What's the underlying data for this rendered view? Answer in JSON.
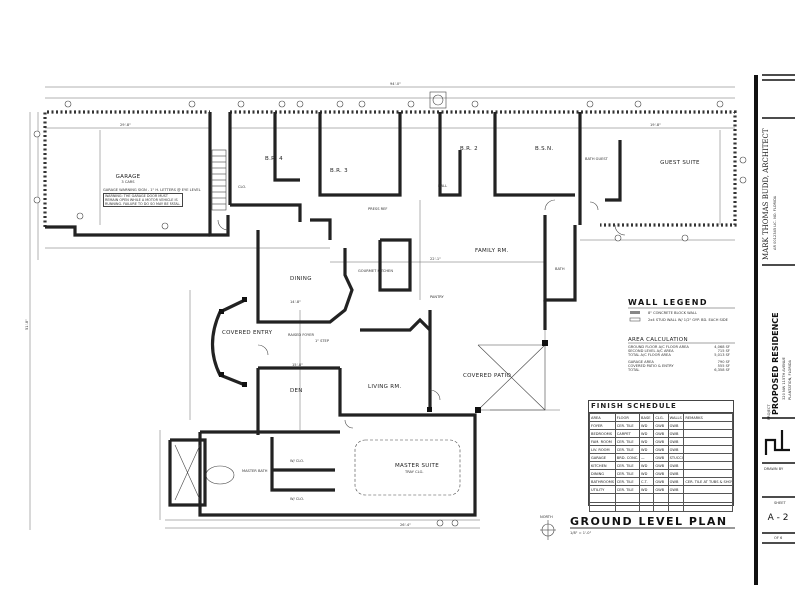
{
  "rooms": {
    "garage": "GARAGE",
    "garage_sub": "3 CARS",
    "garage_note": "GARAGE WARNING SIGN - 1\" H. LETTERS @ EYE LEVEL",
    "garage_warning": "WARNING: THE GARAGE DOOR MUST REMAIN OPEN WHILE A MOTOR VEHICLE IS RUNNING. FAILURE TO DO SO MAY BE FATAL.",
    "br4": "B.R. 4",
    "br3": "B.R. 3",
    "br2": "B.R. 2",
    "bsn": "B.S.N.",
    "bath_guest": "BATH GUEST",
    "guest_suite": "GUEST SUITE",
    "hall": "HALL",
    "clo": "CLO.",
    "family_rm": "FAMILY RM.",
    "dining": "DINING",
    "kitchen": "GOURMET KITCHEN",
    "covered_entry": "COVERED ENTRY",
    "raised_foyer": "RAISED FOYER",
    "step": "1\" STEP",
    "den": "DEN",
    "living_rm": "LIVING RM.",
    "covered_patio": "COVERED PATIO",
    "wi_clo": "W/ CLO.",
    "master_bath": "MASTER BATH",
    "master_suite": "MASTER SUITE",
    "tray_clg": "TRAY CLG.",
    "bath": "BATH",
    "press_ref": "PRESS REF",
    "pantry": "PANTRY"
  },
  "dimensions": {
    "overall": "94'-0\"",
    "garage_w": "29'-8\"",
    "family_w": "22'-1\"",
    "guest_w": "19'-8\"",
    "left_h": "51'-8\"",
    "master_w": "26'-4\"",
    "den_w": "15'-8\"",
    "dining_w": "14'-8\""
  },
  "legend": {
    "title": "WALL LEGEND",
    "items": [
      {
        "label": "8\" CONCRETE BLOCK WALL"
      },
      {
        "label": "2x4 STUD WALL W/ 1/2\" GYP. BD. EACH SIDE"
      }
    ]
  },
  "area_calc": {
    "title": "AREA CALCULATION",
    "rows": [
      {
        "label": "GROUND FLOOR A/C FLOOR AREA",
        "value": "4,068 SF"
      },
      {
        "label": "SECOND LEVEL A/C AREA",
        "value": "715 SF"
      },
      {
        "label": "TOTAL A/C FLOOR AREA",
        "value": "5,013 SF"
      },
      {
        "label": "GARAGE AREA",
        "value": "790 SF"
      },
      {
        "label": "COVERED PATIO & ENTRY",
        "value": "555 SF"
      },
      {
        "label": "TOTAL",
        "value": "6,358 SF"
      }
    ]
  },
  "finish_schedule": {
    "title": "FINISH SCHEDULE",
    "headers": [
      "AREA",
      "FLOOR",
      "BASE",
      "CLG.",
      "WALLS",
      "REMARKS"
    ],
    "rows": [
      [
        "FOYER",
        "CER. TILE",
        "WD",
        "GWB",
        "GWB",
        ""
      ],
      [
        "BEDROOMS",
        "CARPET",
        "WD",
        "GWB",
        "GWB",
        ""
      ],
      [
        "FAM. ROOM",
        "CER. TILE",
        "WD",
        "GWB",
        "GWB",
        ""
      ],
      [
        "LIV. ROOM",
        "CER. TILE",
        "WD",
        "GWB",
        "GWB",
        ""
      ],
      [
        "GARAGE",
        "BRD. CONC.",
        "—",
        "GWB",
        "STUCCO",
        ""
      ],
      [
        "KITCHEN",
        "CER. TILE",
        "WD",
        "GWB",
        "GWB",
        ""
      ],
      [
        "DINING",
        "CER. TILE",
        "WD",
        "GWB",
        "GWB",
        ""
      ],
      [
        "BATHROOMS",
        "CER. TILE",
        "C.T.",
        "GWB",
        "GWB",
        "CER. TILE AT TUBS & SHOWERS"
      ],
      [
        "UTILITY",
        "CER. TILE",
        "WD",
        "GWB",
        "GWB",
        ""
      ]
    ]
  },
  "plan": {
    "title": "GROUND LEVEL PLAN",
    "scale": "1/8\" = 1'-0\"",
    "north": "NORTH"
  },
  "title_block": {
    "architect": "MARK THOMAS BUDD, ARCHITECT",
    "architect_info": "AR 0012345  LIC. NO.  FLORIDA",
    "project_label": "PROJECT",
    "project": "PROPOSED RESIDENCE",
    "address": "320 NW 115TH AVENUE",
    "city": "PLANTATION, FLORIDA",
    "drawn": "DRAWN BY",
    "sheet_label": "SHEET",
    "sheet": "A - 2",
    "sheet_of": "OF 6"
  }
}
